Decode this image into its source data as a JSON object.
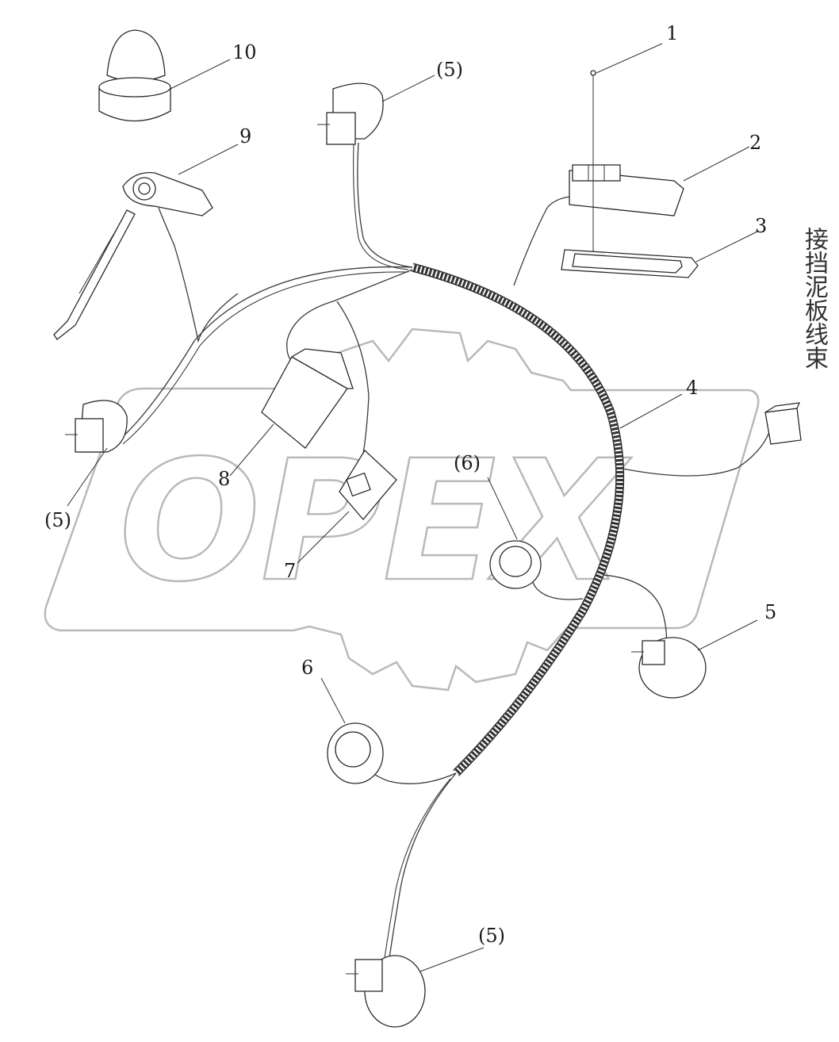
{
  "watermark": {
    "text": "OPEX",
    "outline_color": "#b9b9b9"
  },
  "vertical_label": "接挡泥板线束",
  "callouts": [
    {
      "id": "c1",
      "text": "1"
    },
    {
      "id": "c2",
      "text": "2"
    },
    {
      "id": "c3",
      "text": "3"
    },
    {
      "id": "c4",
      "text": "4"
    },
    {
      "id": "c5",
      "text": "5"
    },
    {
      "id": "c6",
      "text": "6"
    },
    {
      "id": "c7",
      "text": "7"
    },
    {
      "id": "c8",
      "text": "8"
    },
    {
      "id": "c9",
      "text": "9"
    },
    {
      "id": "c10",
      "text": "10"
    },
    {
      "id": "c5a",
      "text": "(5)"
    },
    {
      "id": "c5b",
      "text": "(5)"
    },
    {
      "id": "c5c",
      "text": "(5)"
    },
    {
      "id": "c6a",
      "text": "(6)"
    }
  ],
  "colors": {
    "line": "#2a2a2a",
    "watermark": "#b9b9b9",
    "text": "#1a1a1a"
  }
}
